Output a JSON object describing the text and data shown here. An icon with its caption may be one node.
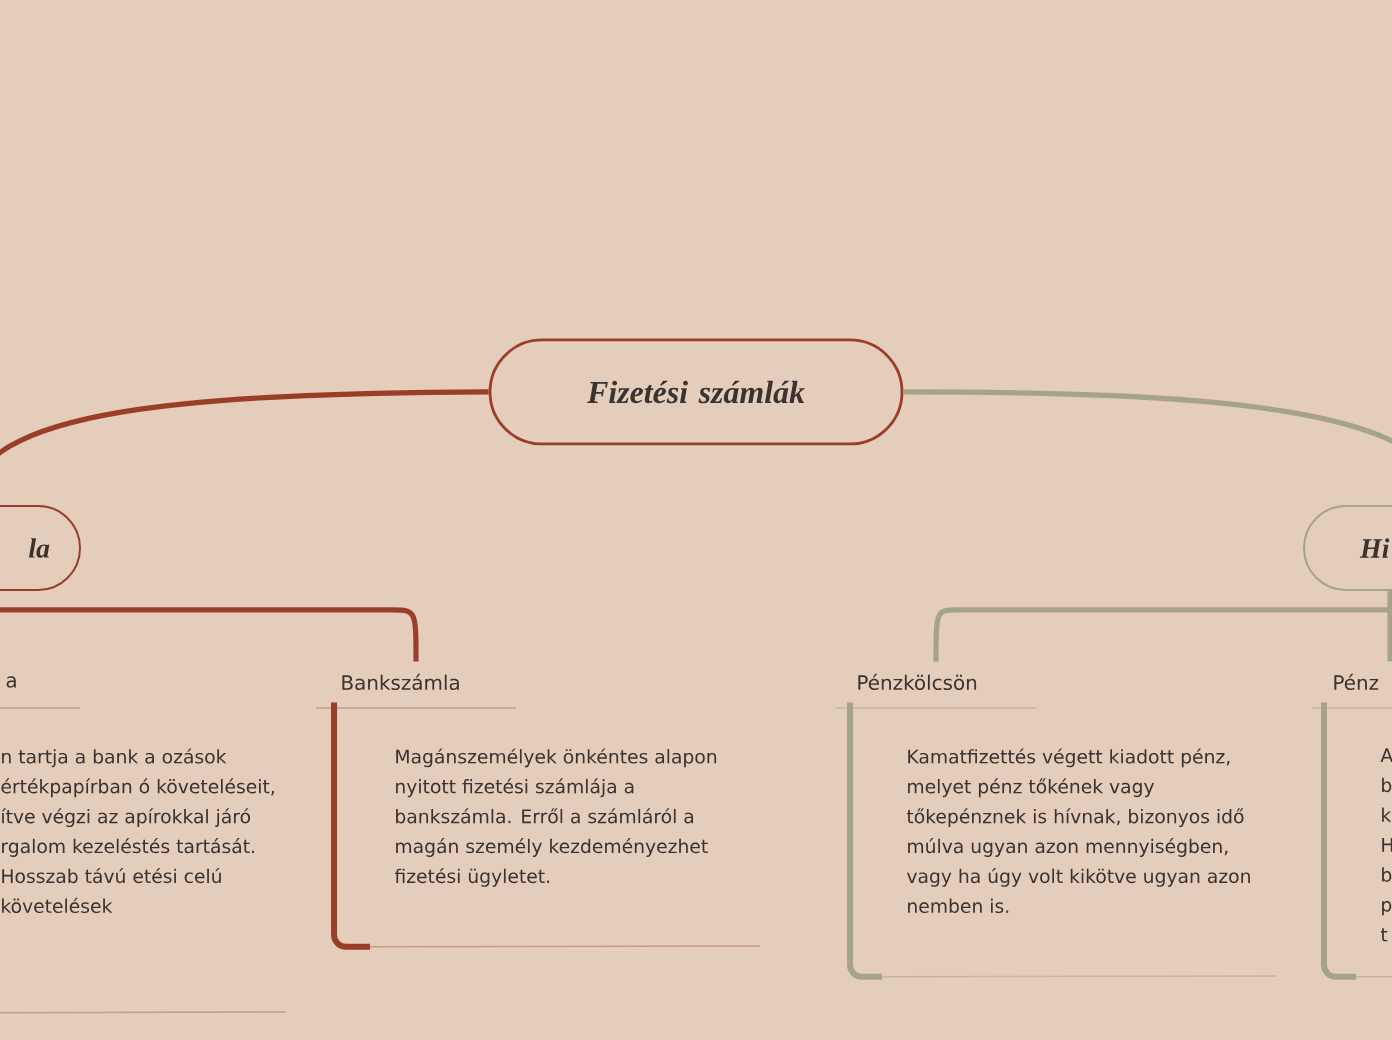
{
  "diagram": {
    "nodes": [
      {
        "text": [
          "Fizetési számlák"
        ]
      },
      {
        "text": [
          "la"
        ]
      },
      {
        "text": [
          "Hi"
        ]
      },
      {
        "text": [
          "a"
        ]
      },
      {
        "text": [
          "Bankszámla"
        ]
      },
      {
        "text": [
          "Pénzkölcsön"
        ]
      },
      {
        "text": [
          "Pénz"
        ]
      },
      {
        "text": [
          "n tartja a bank a ozások értékpapírban ó követeléseit, ítve végzi az apírokkal járó rgalom kezeléstés tartását. Hosszab távú etési celú követelések"
        ]
      },
      {
        "text": [
          "Magánszemélyek önkéntes alapon nyitott fizetési számlája a bankszámla. Erről a számláról a magán személy kezdeményezhet fizetési ügyletet."
        ]
      },
      {
        "text": [
          "Kamatfizettés végett kiadott pénz, melyet pénz tőkének vagy tőkepénznek is hívnak, bizonyos idő múlva ugyan azon mennyiségben, vagy ha úgy volt kikötve ugyan azon nemben is."
        ]
      },
      {
        "text": [
          "A b k H b p t"
        ]
      }
    ],
    "edges": [
      {
        "from": 0,
        "to": 1,
        "arrow": "none",
        "color": "#9a3e2a"
      },
      {
        "from": 0,
        "to": 2,
        "arrow": "none",
        "color": "#a5a585"
      },
      {
        "from": 1,
        "to": 4,
        "arrow": "none",
        "color": "#9a3e2a"
      },
      {
        "from": 2,
        "to": 5,
        "arrow": "none",
        "color": "#a5a585"
      },
      {
        "from": 2,
        "to": 6,
        "arrow": "none",
        "color": "#a5a585"
      },
      {
        "from": 4,
        "to": 8,
        "arrow": "none",
        "color": "#9a3e2a"
      },
      {
        "from": 5,
        "to": 9,
        "arrow": "none",
        "color": "#a5a585"
      },
      {
        "from": 6,
        "to": 10,
        "arrow": "none",
        "color": "#a5a585"
      }
    ]
  }
}
